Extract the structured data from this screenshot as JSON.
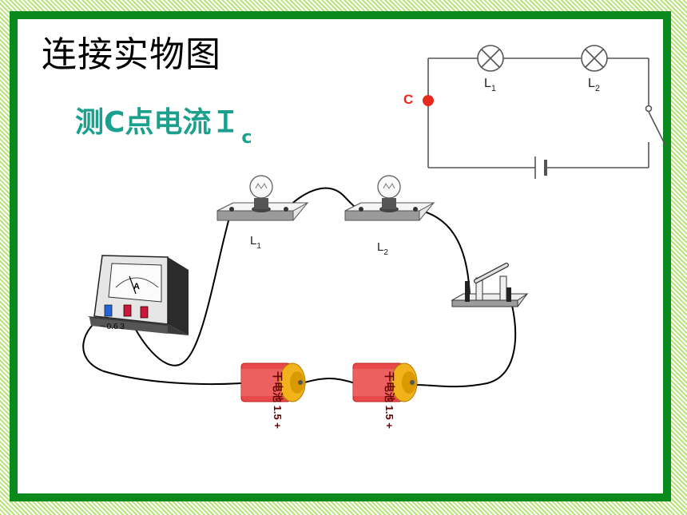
{
  "title": "连接实物图",
  "subtitle": {
    "main": "测C点电流Ｉ",
    "sub": "c"
  },
  "schematic": {
    "point_label": "C",
    "lamp1_label": "L",
    "lamp1_sub": "1",
    "lamp2_label": "L",
    "lamp2_sub": "2"
  },
  "physical": {
    "lamp1_label": "L",
    "lamp1_sub": "1",
    "lamp2_label": "L",
    "lamp2_sub": "2",
    "ammeter_letter": "A",
    "ammeter_terminals": "−  0.6  3",
    "battery_text": "干电池 1.5 +"
  },
  "colors": {
    "border_green": "#0a8a1c",
    "subtitle_teal": "#1aa08d",
    "point_red": "#e8291e",
    "battery_red": "#e8494a",
    "battery_gold": "#f2b21c"
  }
}
